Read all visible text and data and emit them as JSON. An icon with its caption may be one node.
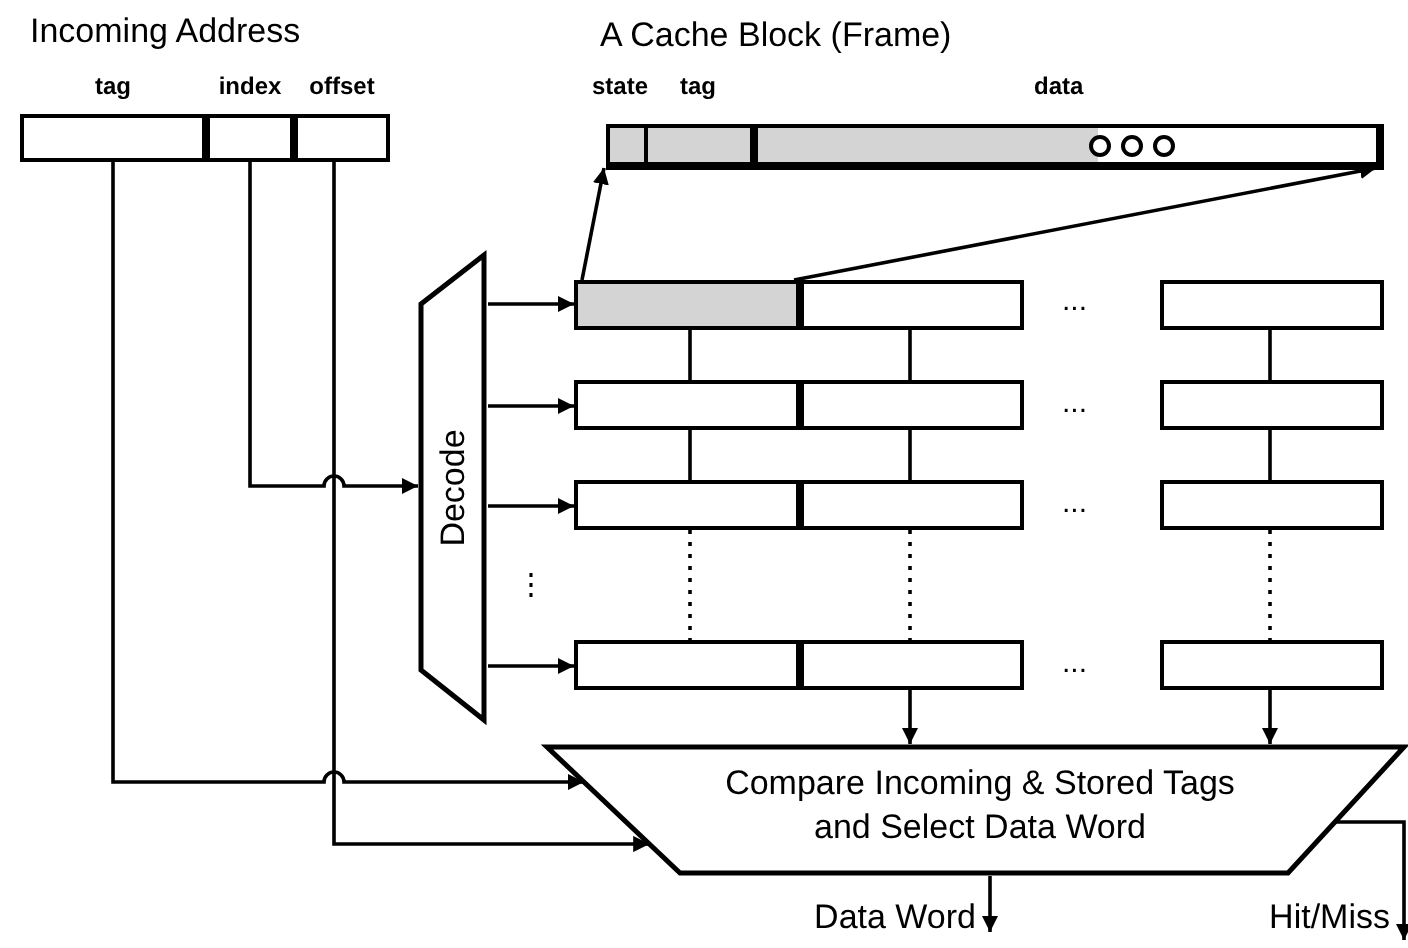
{
  "diagram": {
    "nodes": [
      {
        "text": [
          "Incoming Address"
        ]
      },
      {
        "text": [
          "tag"
        ],
        "in": 0
      },
      {
        "text": [
          "index"
        ],
        "in": 0
      },
      {
        "text": [
          "offset"
        ],
        "in": 0
      },
      {
        "text": [
          "A Cache Block (Frame)"
        ]
      },
      {
        "text": [
          "state"
        ],
        "in": 4
      },
      {
        "text": [
          "tag"
        ],
        "in": 4
      },
      {
        "text": [
          "data"
        ],
        "in": 4
      },
      {
        "text": [
          "Decode"
        ]
      },
      {
        "text": [],
        "shape": "box"
      },
      {
        "text": [],
        "shape": "box"
      },
      {
        "text": [],
        "shape": "box"
      },
      {
        "text": [],
        "shape": "box"
      },
      {
        "text": [],
        "shape": "box"
      },
      {
        "text": [],
        "shape": "box"
      },
      {
        "text": [],
        "shape": "box"
      },
      {
        "text": [],
        "shape": "box"
      },
      {
        "text": [],
        "shape": "box"
      },
      {
        "text": [],
        "shape": "box"
      },
      {
        "text": [],
        "shape": "box"
      },
      {
        "text": [],
        "shape": "box"
      },
      {
        "text": [
          "Compare Incoming & Stored Tags and Select Data Word"
        ]
      }
    ],
    "edges": [
      {
        "from": 1,
        "to": 21,
        "arrow": "to"
      },
      {
        "from": 2,
        "to": 8,
        "arrow": "to"
      },
      {
        "from": 3,
        "to": 21,
        "arrow": "to"
      },
      {
        "from": 8,
        "to": 9,
        "arrow": "to"
      },
      {
        "from": 8,
        "to": 12,
        "arrow": "to"
      },
      {
        "from": 8,
        "to": 15,
        "arrow": "to"
      },
      {
        "from": 8,
        "to": 18,
        "arrow": "to"
      },
      {
        "from": 9,
        "to": 4,
        "arrow": "to"
      },
      {
        "from": 9,
        "to": 4,
        "arrow": "to"
      },
      {
        "from": 9,
        "to": 12,
        "arrow": "none"
      },
      {
        "from": 10,
        "to": 13,
        "arrow": "none"
      },
      {
        "from": 11,
        "to": 14,
        "arrow": "none"
      },
      {
        "from": 12,
        "to": 15,
        "arrow": "none"
      },
      {
        "from": 13,
        "to": 16,
        "arrow": "none"
      },
      {
        "from": 14,
        "to": 17,
        "arrow": "none"
      },
      {
        "from": 15,
        "to": 18,
        "arrow": "none",
        "style": "dashed"
      },
      {
        "from": 16,
        "to": 19,
        "arrow": "none",
        "style": "dashed"
      },
      {
        "from": 17,
        "to": 20,
        "arrow": "none",
        "style": "dashed"
      },
      {
        "from": 19,
        "to": 21,
        "arrow": "to"
      },
      {
        "from": 20,
        "to": 21,
        "arrow": "to"
      },
      {
        "from": 21,
        "to": null,
        "arrow": "to",
        "label": "Data Word"
      },
      {
        "from": 21,
        "to": null,
        "arrow": "to",
        "label": "Hit/Miss"
      }
    ],
    "labels": [
      "...",
      "...",
      "...",
      "⋮",
      "..."
    ]
  }
}
